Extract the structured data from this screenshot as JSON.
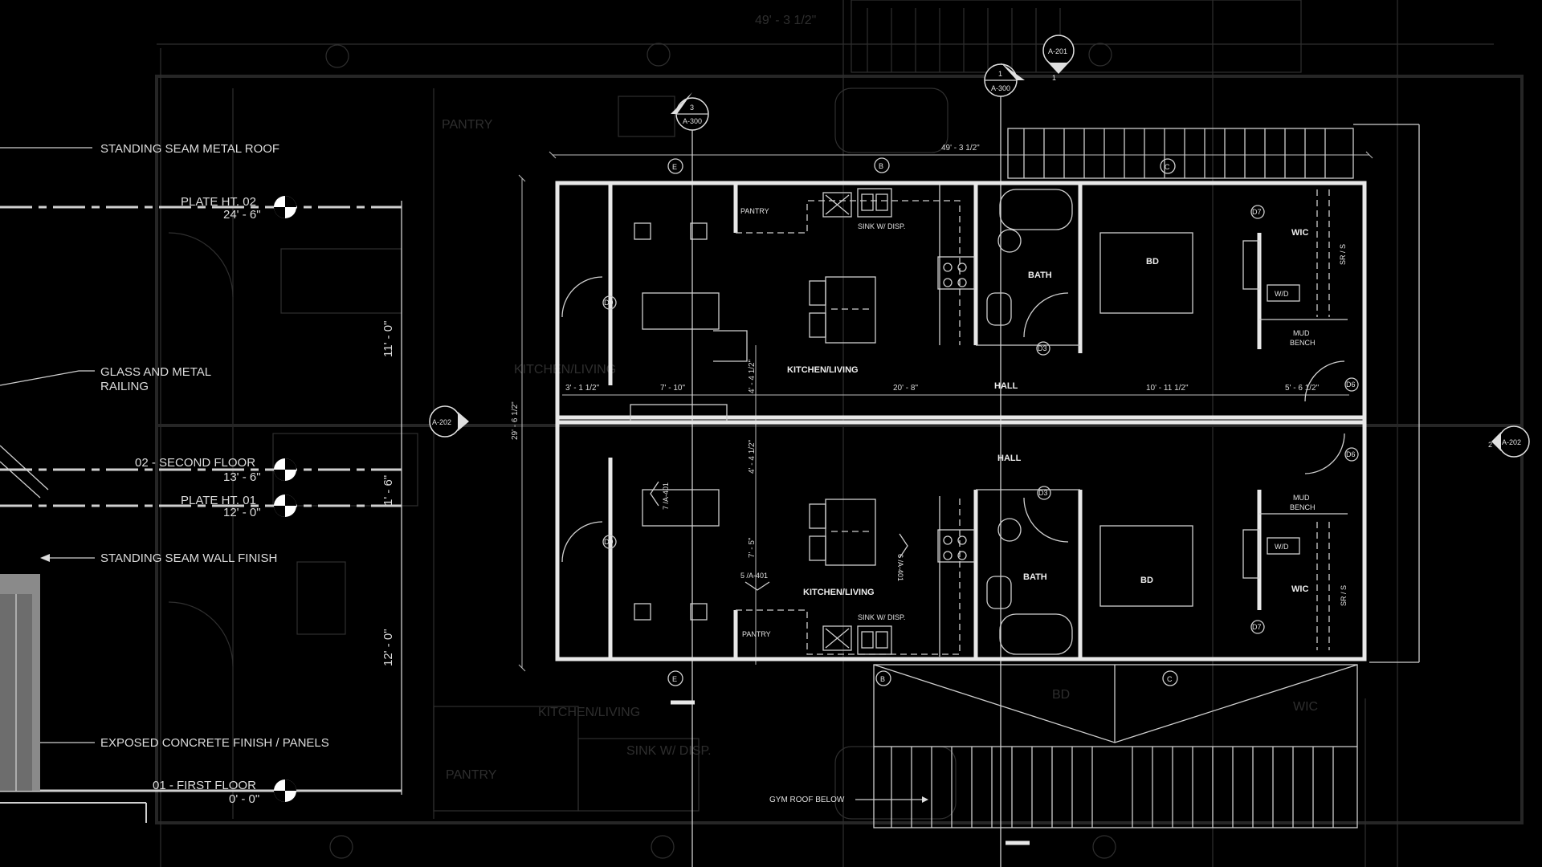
{
  "elevation": {
    "notes": {
      "roof": "STANDING SEAM METAL ROOF",
      "railing_1": "GLASS AND METAL",
      "railing_2": "RAILING",
      "wall": "STANDING SEAM WALL FINISH",
      "concrete": "EXPOSED CONCRETE FINISH / PANELS"
    },
    "levels": {
      "plate2_name": "PLATE HT. 02",
      "plate2_elev": "24' - 6\"",
      "second_name": "02 - SECOND FLOOR",
      "second_elev": "13' - 6\"",
      "plate1_name": "PLATE HT. 01",
      "plate1_elev": "12' - 0\"",
      "first_name": "01 - FIRST FLOOR",
      "first_elev": "0' - 0\""
    },
    "dims": {
      "d1": "11' - 0\"",
      "d2": "1' - 6\"",
      "d3": "12' - 0\""
    }
  },
  "plan": {
    "rooms": {
      "pantry_top": "PANTRY",
      "sink_top": "SINK W/ DISP.",
      "bath_top": "BATH",
      "bd_top": "BD",
      "wic_top": "WIC",
      "wd_top": "W/D",
      "mud_top_1": "MUD",
      "mud_top_2": "BENCH",
      "kitchen_top": "KITCHEN/LIVING",
      "hall_top": "HALL",
      "hall_mid": "HALL",
      "mud_bot_1": "MUD",
      "mud_bot_2": "BENCH",
      "wd_bot": "W/D",
      "bath_bot": "BATH",
      "bd_bot": "BD",
      "wic_bot": "WIC",
      "kitchen_bot": "KITCHEN/LIVING",
      "sink_bot": "SINK W/ DISP.",
      "pantry_bot": "PANTRY",
      "sr_top": "SR / S",
      "sr_bot": "SR / S",
      "gym_roof": "GYM ROOF BELOW"
    },
    "dims": {
      "overall_width": "49' - 3 1/2\"",
      "overall_height": "29' - 6 1/2\"",
      "seg_1": "3' - 1 1/2\"",
      "seg_2": "7' - 10\"",
      "seg_3": "20' - 8\"",
      "seg_4": "10' - 11 1/2\"",
      "seg_5": "5' - 6 1/2\"",
      "v_1": "4' - 4 1/2\"",
      "v_2": "4' - 4 1/2\"",
      "v_3": "7' - 5\""
    },
    "grids": {
      "g1": "E",
      "g2": "B",
      "g3": "C"
    },
    "callouts": {
      "sec_a300_num": "3",
      "sec_a300": "A-300",
      "sec_a300b_num": "1",
      "sec_a300b": "A-300",
      "a201": "A-201",
      "a202_left": "A-202",
      "a202_right": "A-202",
      "a401_1": "7 /A-401",
      "a401_2": "6 /A-401",
      "a401_3": "5 /A-401",
      "a202_num": "2",
      "a201_num": "1"
    },
    "doors": {
      "d9a": "D9",
      "d9b": "D9",
      "d3a": "D3",
      "d3b": "D3",
      "d6a": "D6",
      "d6b": "D6",
      "d7a": "D7",
      "d7b": "D7"
    }
  }
}
